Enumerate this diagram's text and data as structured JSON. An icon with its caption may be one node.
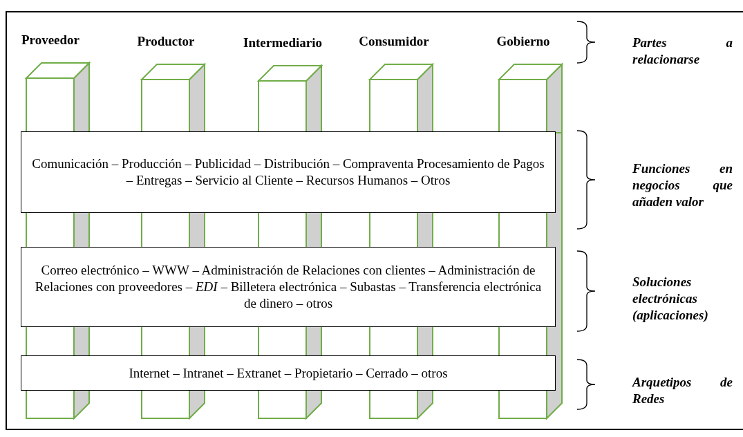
{
  "diagram": {
    "nodes": [
      {
        "text": [
          "Proveedor"
        ]
      },
      {
        "text": [
          "Productor"
        ]
      },
      {
        "text": [
          "Intermediario"
        ]
      },
      {
        "text": [
          "Consumidor"
        ]
      },
      {
        "text": [
          "Gobierno"
        ]
      },
      {
        "text": [
          "Comunicación – Producción – Publicidad – Distribución – Compraventa Procesamiento de Pagos – Entregas – Servicio al Cliente – Recursos Humanos – Otros"
        ]
      },
      {
        "text": [
          "Correo electrónico – WWW – Administración de Relaciones con clientes – Administración de Relaciones con proveedores – *EDI* – Billetera electrónica – Subastas – Transferencia electrónica de dinero – otros"
        ]
      },
      {
        "text": [
          "Internet – Intranet – Extranet – Propietario – Cerrado – otros"
        ]
      }
    ],
    "edges": [],
    "labels": [
      "Partes a relacionarse",
      "Funciones en negocios que añaden valor",
      "Soluciones electrónicas (aplicaciones)",
      "Arquetipos de Redes"
    ]
  }
}
